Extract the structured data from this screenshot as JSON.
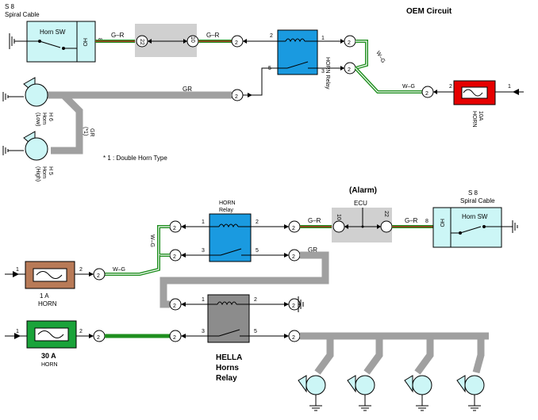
{
  "oem": {
    "title": "OEM Circuit",
    "spiral_id": "S 8",
    "spiral_name": "Spiral Cable",
    "horn_sw_label": "Horn SW",
    "ho_label": "HO",
    "pin_8": "8",
    "wire_gr_r_1": "G–R",
    "conn_22": "22",
    "conn_10": "10",
    "wire_gr_r_2": "G–R",
    "relay_pin_2": "2",
    "relay_pin_1": "1",
    "relay_pin_5": "5",
    "relay_pin_3": "3",
    "relay_name": "HORN Relay",
    "wire_w_g_1": "W–G",
    "wire_w_g_2": "W–G",
    "wire_gr_main": "GR",
    "wire_gr_branch": "GR",
    "branch_mark": "(*1)",
    "fuse_pin_2": "2",
    "fuse_pin_1": "1",
    "fuse_amp": "10A",
    "fuse_name": "HORN",
    "horn_low_id": "H 6",
    "horn_low_name": "Horn",
    "horn_low_type": "(Low)",
    "horn_high_id": "H 5",
    "horn_high_name": "Horn",
    "horn_high_type": "(High)",
    "footnote": "* 1 : Double Horn Type"
  },
  "mod": {
    "alarm_label": "(Alarm)",
    "ecu_label": "ECU",
    "relay_name_line1": "HORN",
    "relay_name_line2": "Relay",
    "relay_pin_1": "1",
    "relay_pin_2": "2",
    "relay_pin_3": "3",
    "relay_pin_5": "5",
    "wire_w_g_v": "W–G",
    "wire_w_g_h": "W–G",
    "wire_gr_r": "G–R",
    "wire_gr_r_2": "G–R",
    "wire_gr": "GR",
    "conn_10": "10",
    "conn_22": "22",
    "pin_8": "8",
    "spiral_id": "S 8",
    "spiral_name": "Spiral Cable",
    "horn_sw_label": "Horn SW",
    "ho_label": "HO",
    "fuse1_amp": "1 A",
    "fuse1_name": "HORN",
    "fuse1_pin_1": "1",
    "fuse1_pin_2": "2",
    "fuse2_amp": "30 A",
    "fuse2_name": "HORN",
    "fuse2_pin_1": "1",
    "fuse2_pin_2": "2",
    "hella_pin_1": "1",
    "hella_pin_2": "2",
    "hella_pin_3": "3",
    "hella_pin_5": "5",
    "hella_line1": "HELLA",
    "hella_line2": "Horns",
    "hella_line3": "Relay",
    "conn_label": "2"
  },
  "colors": {
    "gray_wire": "#a0a0a0",
    "spiral_fill": "#ccf6f6",
    "relay_blue": "#1a9ae0",
    "fuse_red": "#e60000",
    "fuse_brown": "#b87a57",
    "fuse_green": "#1aa33a",
    "hella_gray": "#8c8c8c",
    "horn_fill": "#ccf6f6",
    "ecu_box": "#d0d0d0"
  }
}
